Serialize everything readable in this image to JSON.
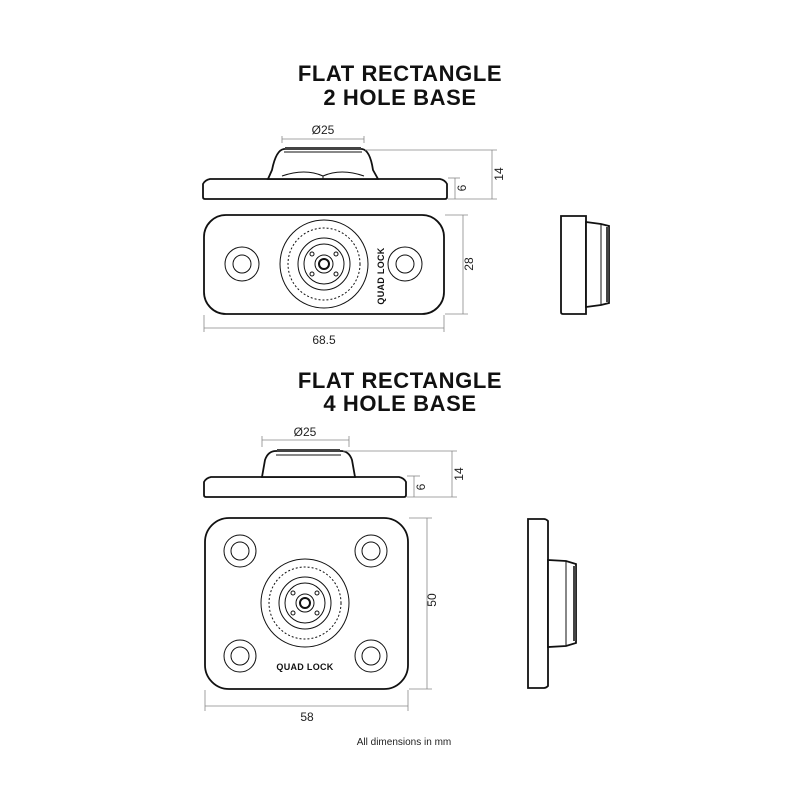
{
  "bases": [
    {
      "title_line1": "FLAT RECTANGLE",
      "title_line2": "2 HOLE BASE",
      "dim_diameter": "Ø25",
      "dim_height_total": "14",
      "dim_height_plate": "6",
      "dim_width": "68.5",
      "dim_depth": "28",
      "brand": "QUAD LOCK"
    },
    {
      "title_line1": "FLAT RECTANGLE",
      "title_line2": "4 HOLE BASE",
      "dim_diameter": "Ø25",
      "dim_height_total": "14",
      "dim_height_plate": "6",
      "dim_width": "58",
      "dim_depth": "50",
      "brand": "QUAD LOCK"
    }
  ],
  "footnote": "All dimensions in mm"
}
